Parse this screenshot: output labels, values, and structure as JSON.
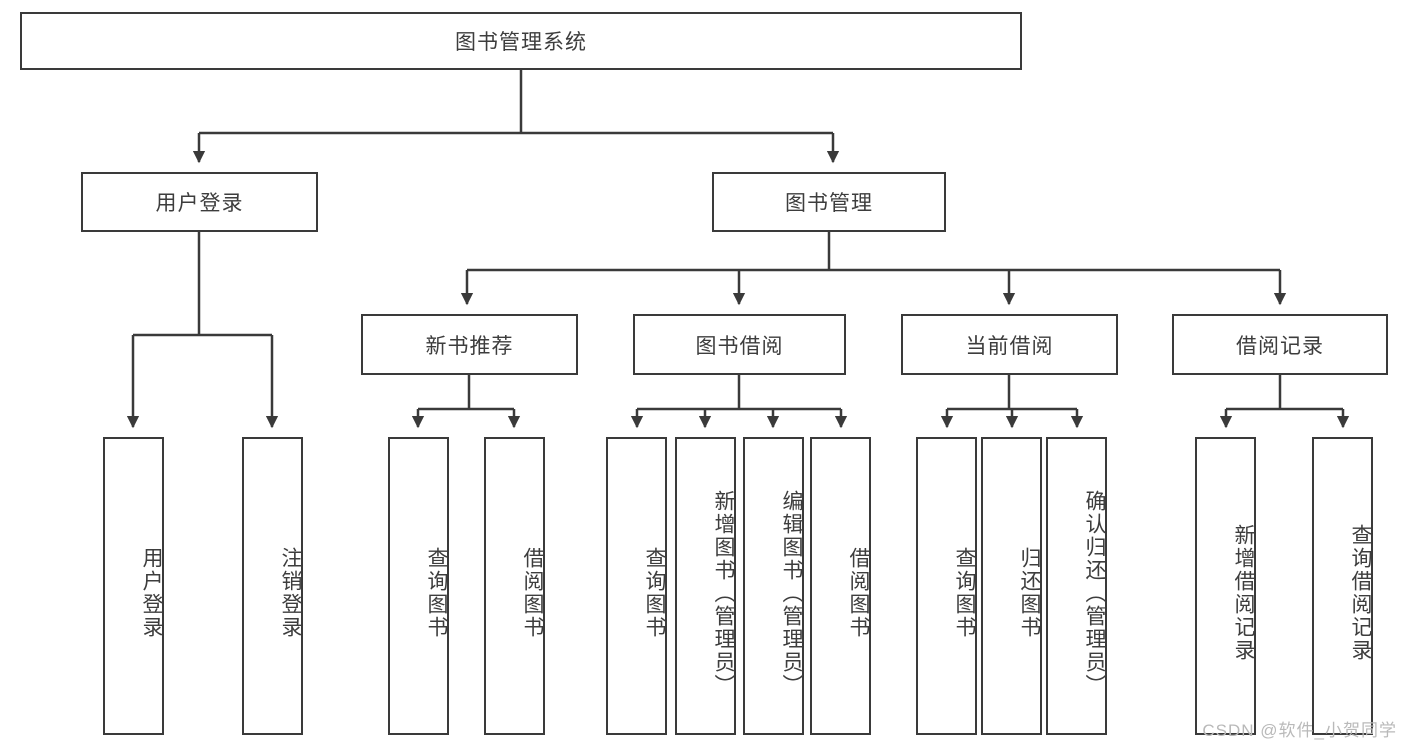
{
  "diagram": {
    "title": "图书管理系统",
    "type": "tree-hierarchy",
    "root": {
      "label": "图书管理系统"
    },
    "level2": [
      {
        "label": "用户登录"
      },
      {
        "label": "图书管理"
      }
    ],
    "level3": [
      {
        "label": "新书推荐"
      },
      {
        "label": "图书借阅"
      },
      {
        "label": "当前借阅"
      },
      {
        "label": "借阅记录"
      }
    ],
    "leaves": {
      "user_login": [
        {
          "label": "用户登录"
        },
        {
          "label": "注销登录"
        }
      ],
      "new_book_recommend": [
        {
          "label": "查询图书"
        },
        {
          "label": "借阅图书"
        }
      ],
      "book_borrow": [
        {
          "label": "查询图书"
        },
        {
          "label": "新增图书（管理员）"
        },
        {
          "label": "编辑图书（管理员）"
        },
        {
          "label": "借阅图书"
        }
      ],
      "current_borrow": [
        {
          "label": "查询图书"
        },
        {
          "label": "归还图书"
        },
        {
          "label": "确认归还（管理员）"
        }
      ],
      "borrow_record": [
        {
          "label": "新增借阅记录"
        },
        {
          "label": "查询借阅记录"
        }
      ]
    },
    "watermark": "CSDN @软件_小贺同学",
    "colors": {
      "stroke": "#3a3a3a",
      "text": "#3d3d3d",
      "background": "#ffffff",
      "watermark": "#b9b9b9"
    }
  }
}
